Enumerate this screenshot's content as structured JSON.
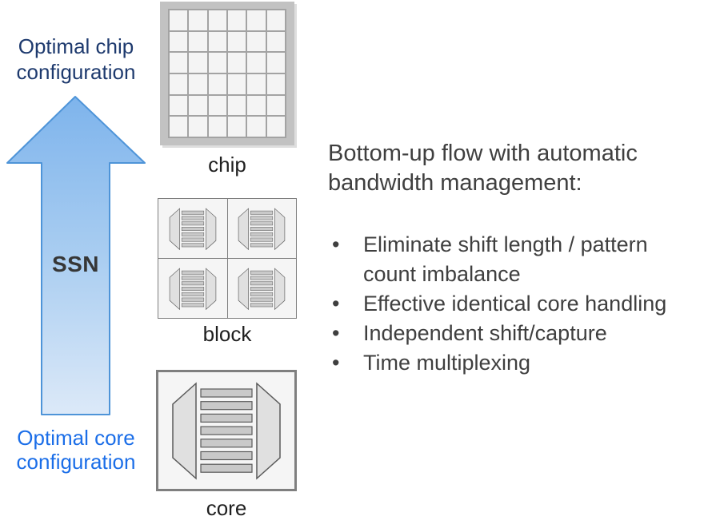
{
  "colors": {
    "navy": "#1E3A6E",
    "bright-blue": "#1B6EE8",
    "arrow-top": "#7EB4EC",
    "arrow-mid": "#A9CDF1",
    "arrow-bottom": "#DCE9F8",
    "arrow-border": "#4E94D8",
    "ssn-color": "#363636",
    "text-dark": "#3F3F3F",
    "chip-frame": "#C2C2C2",
    "grid-line": "#A3A3A3",
    "cell-fill": "#F4F4F4",
    "box-border": "#7F7F7F",
    "box-fill": "#F5F5F5",
    "trap-fill": "#E0E0E0",
    "bar-fill": "#C9C9C9",
    "shape-stroke": "#5A5A5A"
  },
  "arrow": {
    "label": "SSN",
    "top_caption": "Optimal chip configuration",
    "bottom_caption": "Optimal core configuration"
  },
  "diagrams": {
    "chip": {
      "label": "chip",
      "rows": 6,
      "cols": 6
    },
    "block": {
      "label": "block",
      "core_count": 4
    },
    "core": {
      "label": "core",
      "bar_count": 7
    }
  },
  "right_panel": {
    "heading": "Bottom-up flow with automatic bandwidth management:",
    "bullet_glyph": "•",
    "bullets": [
      "Eliminate shift length / pattern count imbalance",
      "Effective identical core handling",
      "Independent shift/capture",
      "Time multiplexing"
    ]
  }
}
